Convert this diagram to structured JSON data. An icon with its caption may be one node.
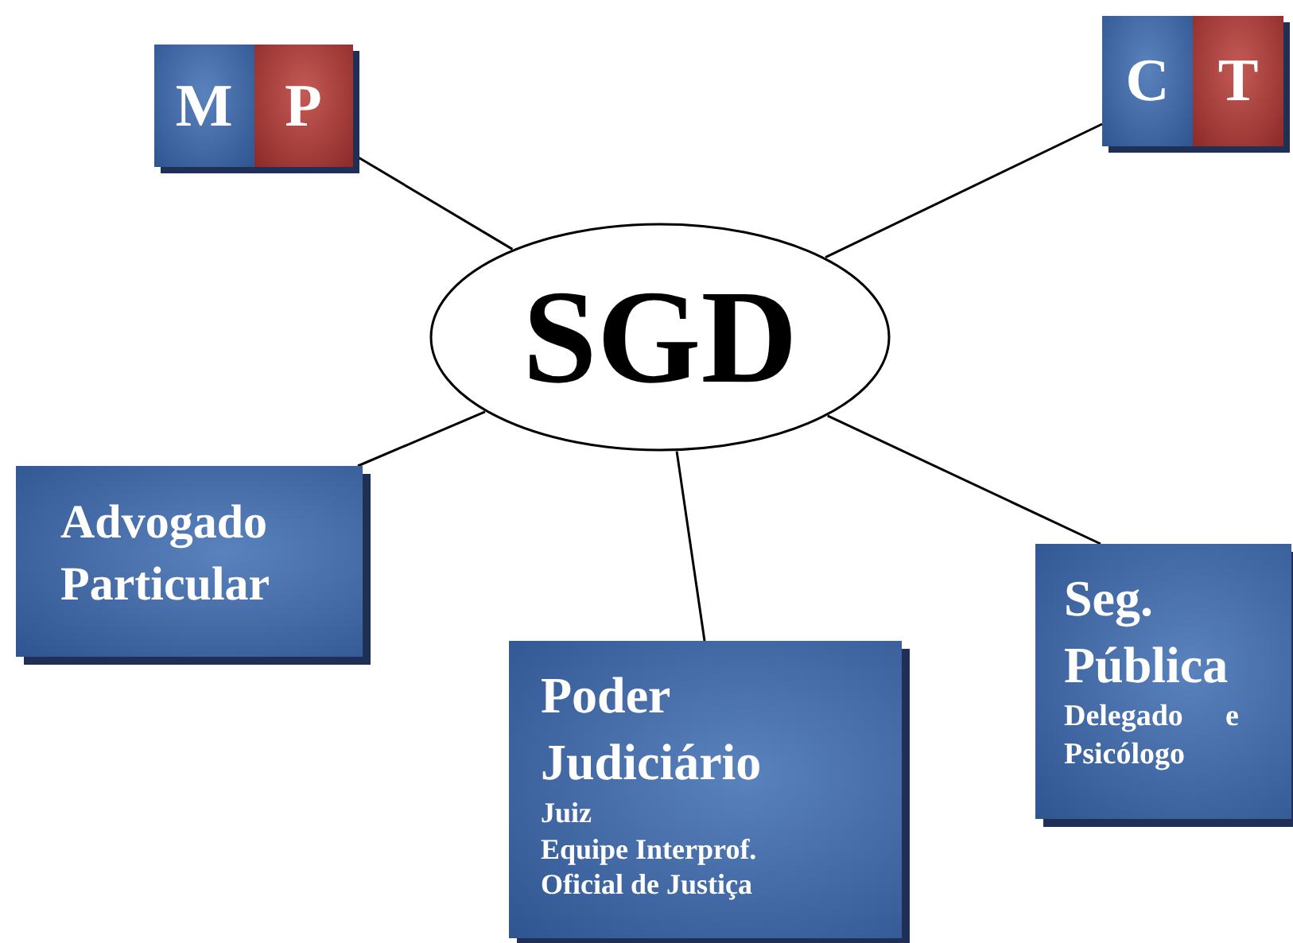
{
  "diagram": {
    "nodes": [
      {
        "text": [
          "SGD"
        ]
      },
      {
        "text": [
          "M",
          "P"
        ]
      },
      {
        "text": [
          "C",
          "T"
        ]
      },
      {
        "text": [
          "Advogado Particular"
        ]
      },
      {
        "text": [
          "Poder Judiciário",
          "Juiz",
          "Equipe Interprof.",
          "Oficial de Justiça"
        ]
      },
      {
        "text": [
          "Seg. Pública",
          "Delegado e Psicólogo"
        ]
      }
    ],
    "edges": [
      {
        "from": 0,
        "to": 1,
        "arrow": "none"
      },
      {
        "from": 0,
        "to": 2,
        "arrow": "none"
      },
      {
        "from": 0,
        "to": 3,
        "arrow": "none"
      },
      {
        "from": 0,
        "to": 4,
        "arrow": "none"
      },
      {
        "from": 0,
        "to": 5,
        "arrow": "none"
      }
    ]
  }
}
